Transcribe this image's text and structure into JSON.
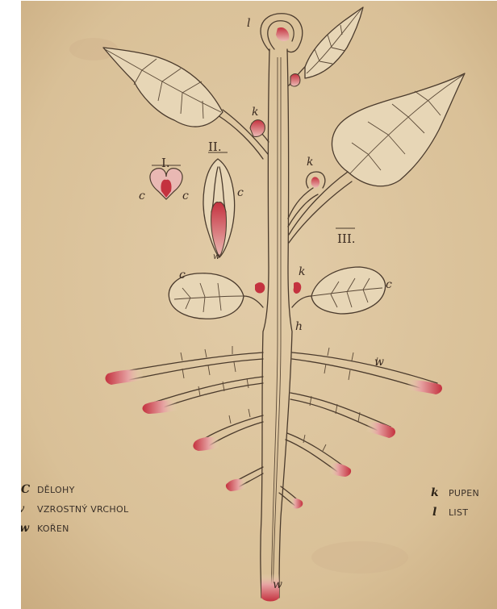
{
  "figure": {
    "roman_numerals": [
      "I.",
      "II.",
      "III."
    ],
    "labels": {
      "c": "c",
      "k": "k",
      "l": "l",
      "h": "h",
      "w": "w"
    },
    "legend_left": [
      {
        "letter": "C",
        "text": "DĚLOHY"
      },
      {
        "letter": "v",
        "text": "VZROSTNÝ VRCHOL"
      },
      {
        "letter": "w",
        "text": "KOŘEN"
      }
    ],
    "legend_right": [
      {
        "letter": "k",
        "text": "PUPEN"
      },
      {
        "letter": "l",
        "text": "LIST"
      }
    ],
    "colors": {
      "paper": "#dcc39c",
      "ink": "#4a3a2c",
      "accent_red": "#c4323f"
    }
  }
}
